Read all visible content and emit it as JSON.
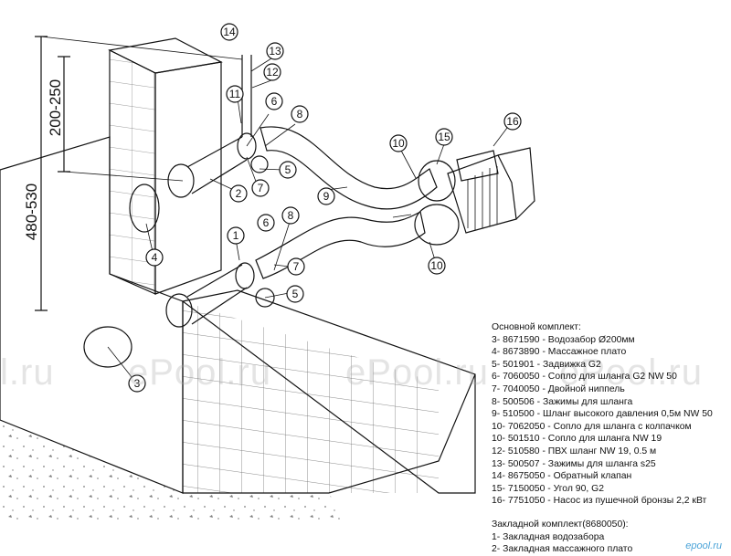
{
  "dimensions": {
    "total": "480-530",
    "inner": "200-250"
  },
  "callouts": [
    "1",
    "2",
    "3",
    "4",
    "5",
    "5",
    "6",
    "6",
    "7",
    "7",
    "8",
    "8",
    "9",
    "10",
    "10",
    "11",
    "12",
    "13",
    "14",
    "15",
    "16"
  ],
  "legend": {
    "main_title": "Основной комплект:",
    "main_items": [
      "3- 8671590 - Водозабор Ø200мм",
      "4- 8673890 - Массажное плато",
      "5- 501901 - Задвижка G2",
      "6- 7060050 - Сопло для шланга G2 NW 50",
      "7- 7040050 - Двойной ниппель",
      "8- 500506 - Зажимы для шланга",
      "9- 510500 - Шланг высокого давления 0,5м NW 50",
      "10- 7062050 - Сопло для шланга с колпачком",
      "10- 501510 - Сопло для шланга NW 19",
      "12- 510580 - ПВХ шланг NW 19, 0.5 м",
      "13- 500507 - Зажимы для шланга s25",
      "14- 8675050 - Обратный клапан",
      "15- 7150050 - Угол 90, G2",
      "16- 7751050 - Насос из пушечной бронзы 2,2 кВт"
    ],
    "embedded_title": "Закладной комплект(8680050):",
    "embedded_items": [
      "1- Закладная водозабора",
      "2- Закладная массажного плато"
    ]
  },
  "watermarks": [
    "l.ru",
    "ePool.ru",
    "ePool.ru",
    "ePool.ru"
  ],
  "brand": "epool.ru"
}
